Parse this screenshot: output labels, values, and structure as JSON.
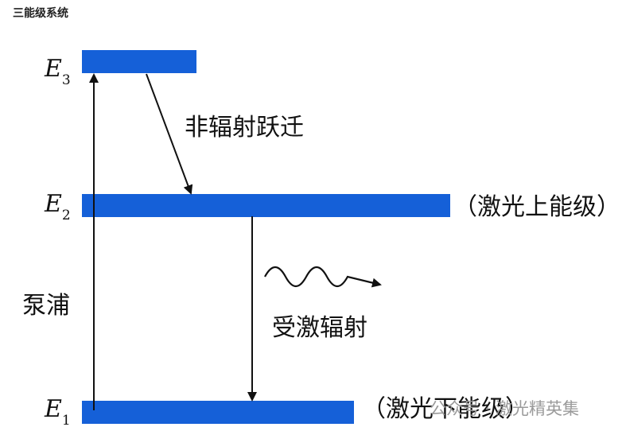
{
  "title": "三能级系统",
  "colors": {
    "level": "#1560d8",
    "ink": "#111111",
    "watermark": "#9a9a9a"
  },
  "levels": [
    {
      "symbol": "E",
      "sub": "3",
      "note": ""
    },
    {
      "symbol": "E",
      "sub": "2",
      "note": "（激光上能级）"
    },
    {
      "symbol": "E",
      "sub": "1",
      "note": "（激光下能级）"
    }
  ],
  "transitions": {
    "pump": "泵浦",
    "nonradiative": "非辐射跃迁",
    "stimulated": "受激辐射"
  },
  "photon_icon": "wavy-arrow-photon",
  "watermark": "公众号 · 激光精英集"
}
